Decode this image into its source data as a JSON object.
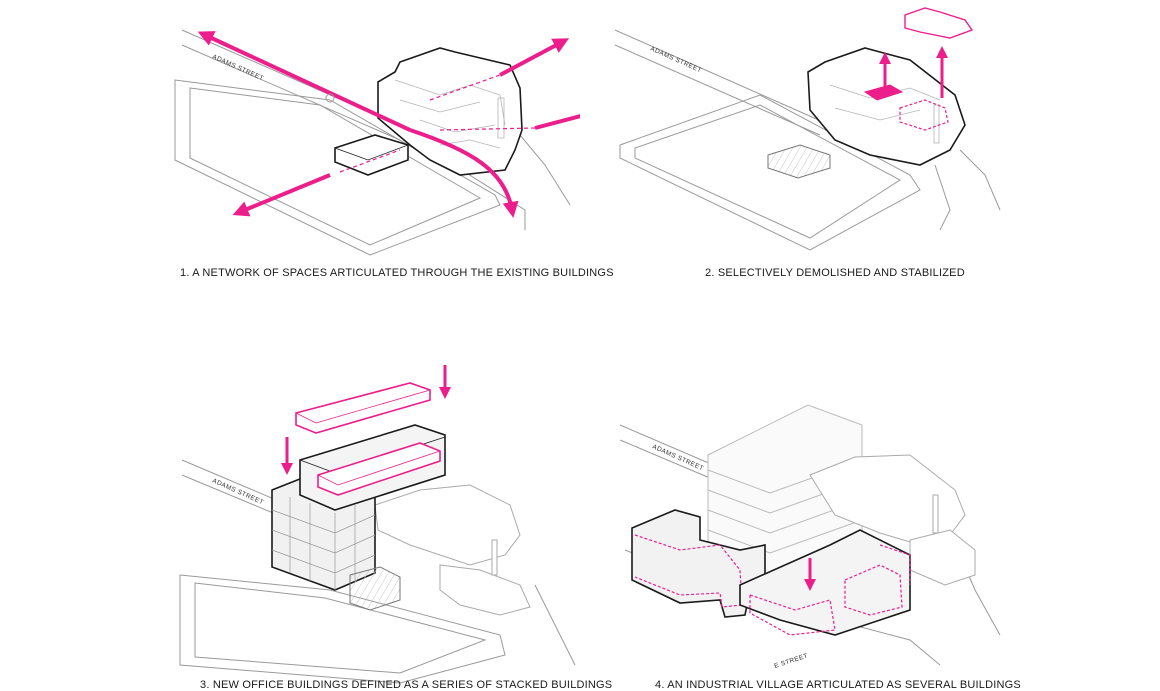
{
  "colors": {
    "accent": "#ec1e8c",
    "line": "#9a9a9a",
    "outline": "#1a1a1a",
    "fill_grey": "#eeeeee"
  },
  "panels": [
    {
      "caption": "1. A NETWORK OF SPACES ARTICULATED THROUGH THE EXISTING BUILDINGS",
      "street": "ADAMS STREET"
    },
    {
      "caption": "2. SELECTIVELY DEMOLISHED AND STABILIZED",
      "street": "ADAMS STREET"
    },
    {
      "caption": "3. NEW OFFICE BUILDINGS DEFINED AS A SERIES OF STACKED BUILDINGS",
      "street": "ADAMS STREET"
    },
    {
      "caption": "4. AN INDUSTRIAL VILLAGE ARTICULATED AS SEVERAL BUILDINGS",
      "street": "ADAMS STREET",
      "street_bottom": "E STREET"
    }
  ]
}
